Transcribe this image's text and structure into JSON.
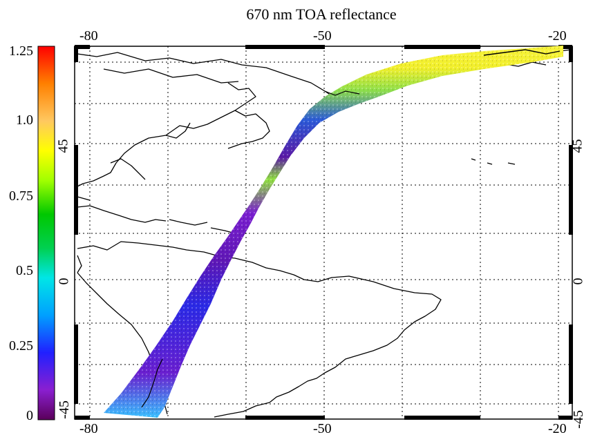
{
  "title": "670 nm TOA reflectance",
  "colorbar": {
    "ticks": [
      "1.25",
      "1.0",
      "0.75",
      "0.5",
      "0.25",
      "0"
    ],
    "range": [
      0,
      1.25
    ]
  },
  "lon_ticks_top": [
    "-80",
    "-50",
    "-20"
  ],
  "lon_ticks_bottom": [
    "-80",
    "-50",
    "-20"
  ],
  "lat_ticks_left": [
    "45",
    "0",
    "-45"
  ],
  "lat_ticks_right": [
    "45",
    "0",
    "-45"
  ],
  "map": {
    "lon_range": [
      -82,
      -19
    ],
    "lat_range": [
      -46,
      82
    ],
    "grid": "dotted",
    "swath_colors": [
      "#5a0a8c",
      "#7a1fd0",
      "#2a2ae6",
      "#18b4ff",
      "#0fd27a",
      "#00c800",
      "#b4ff00",
      "#ffff00"
    ]
  }
}
